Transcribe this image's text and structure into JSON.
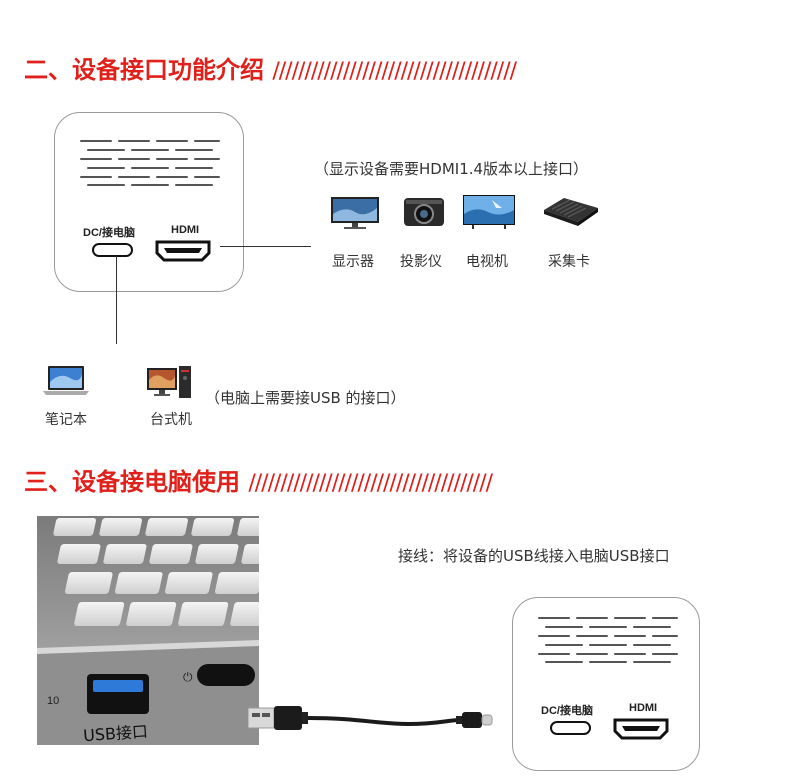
{
  "section1": {
    "title": "二、设备接口功能介绍",
    "slashes": "//////////////////////////////////////"
  },
  "section2": {
    "title": "三、设备接电脑使用",
    "slashes": "//////////////////////////////////////"
  },
  "device1": {
    "dc_label": "DC/接电脑",
    "hdmi_label": "HDMI"
  },
  "device2": {
    "dc_label": "DC/接电脑",
    "hdmi_label": "HDMI"
  },
  "hdmi_note": "（显示设备需要HDMI1.4版本以上接口）",
  "hdmi_targets": [
    {
      "label": "显示器",
      "icon": "monitor-icon"
    },
    {
      "label": "投影仪",
      "icon": "projector-icon"
    },
    {
      "label": "电视机",
      "icon": "tv-icon"
    },
    {
      "label": "采集卡",
      "icon": "capture-card-icon"
    }
  ],
  "pc_targets": [
    {
      "label": "笔记本",
      "icon": "laptop-icon"
    },
    {
      "label": "台式机",
      "icon": "desktop-pc-icon"
    }
  ],
  "pc_note": "（电脑上需要接USB 的接口）",
  "connect_note": "接线：将设备的USB线接入电脑USB接口",
  "laptop_photo": {
    "usb_label": "USB接口",
    "port_text": "10"
  }
}
